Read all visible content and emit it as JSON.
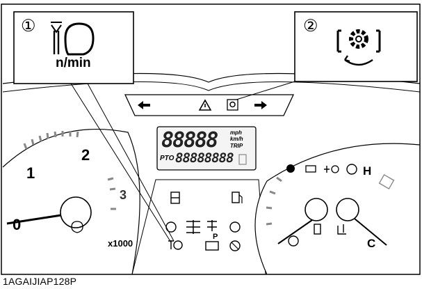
{
  "figure_code": "1AGAIJIAP128P",
  "callouts": {
    "one": {
      "number": "①",
      "icon": "engine-speed-icon",
      "unit": "n/min"
    },
    "two": {
      "number": "②",
      "icon": "gear-cycle-icon"
    }
  },
  "tachometer": {
    "labels": {
      "zero": "0",
      "one": "1",
      "two": "2",
      "three": "3"
    },
    "multiplier": "x1000"
  },
  "lcd": {
    "odometer": "88888",
    "units": {
      "mph": "mph",
      "kmh": "km/h",
      "trip": "TRIP"
    },
    "pto_label": "PTO",
    "pto_digits": "88888888"
  },
  "temperature_gauge": {
    "hot": "H",
    "cold": "C"
  },
  "indicators": {
    "top_bar": [
      "arrow-left-icon",
      "warning-triangle-icon",
      "gear-cycle-icon",
      "arrow-right-icon"
    ],
    "parking_letter": "P"
  },
  "colors": {
    "ink": "#000000",
    "panel": "#ffffff",
    "dial": "#d8d8d8"
  }
}
